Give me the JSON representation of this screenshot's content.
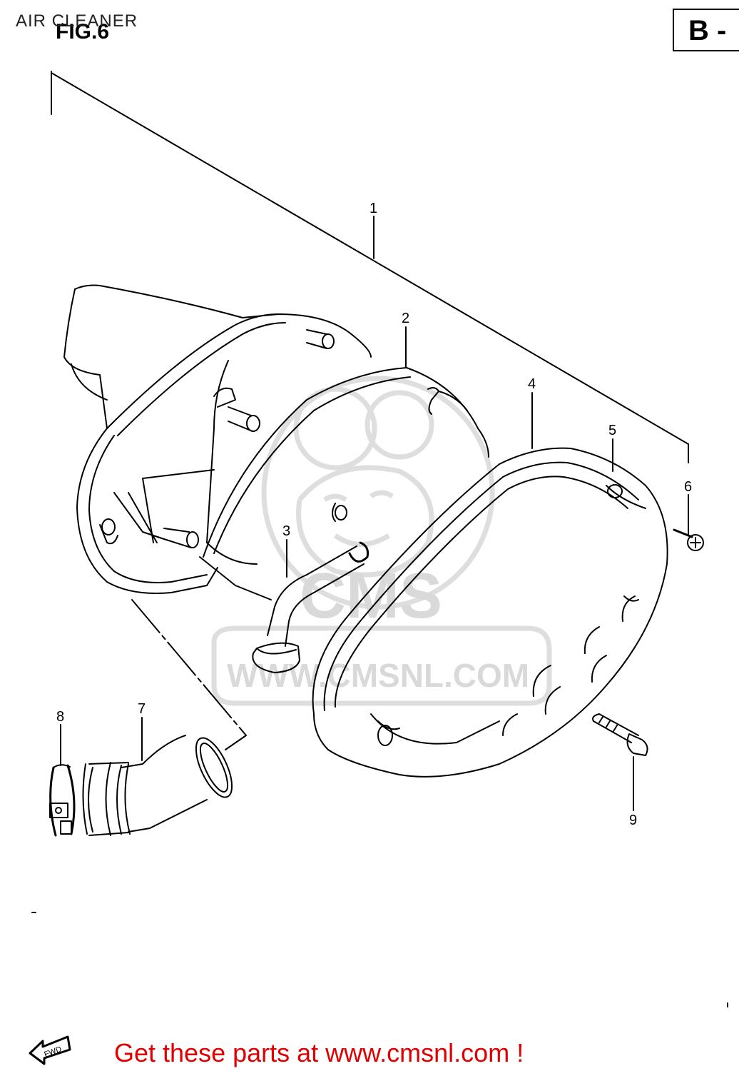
{
  "caption": "AIR CLEANER",
  "figure_label": "FIG.6",
  "page_ref": "B -",
  "watermark": {
    "text": "WWW.CMSNL.COM",
    "logo_text": "CMS"
  },
  "fwd_label": "FWD",
  "callouts": [
    {
      "number": "1"
    },
    {
      "number": "2"
    },
    {
      "number": "3"
    },
    {
      "number": "4"
    },
    {
      "number": "5"
    },
    {
      "number": "6"
    },
    {
      "number": "7"
    },
    {
      "number": "8"
    },
    {
      "number": "9"
    }
  ],
  "promo_text": "Get these parts at www.cmsnl.com !",
  "colors": {
    "line": "#000000",
    "watermark": "#d9d9d9",
    "promo": "#e00000"
  }
}
